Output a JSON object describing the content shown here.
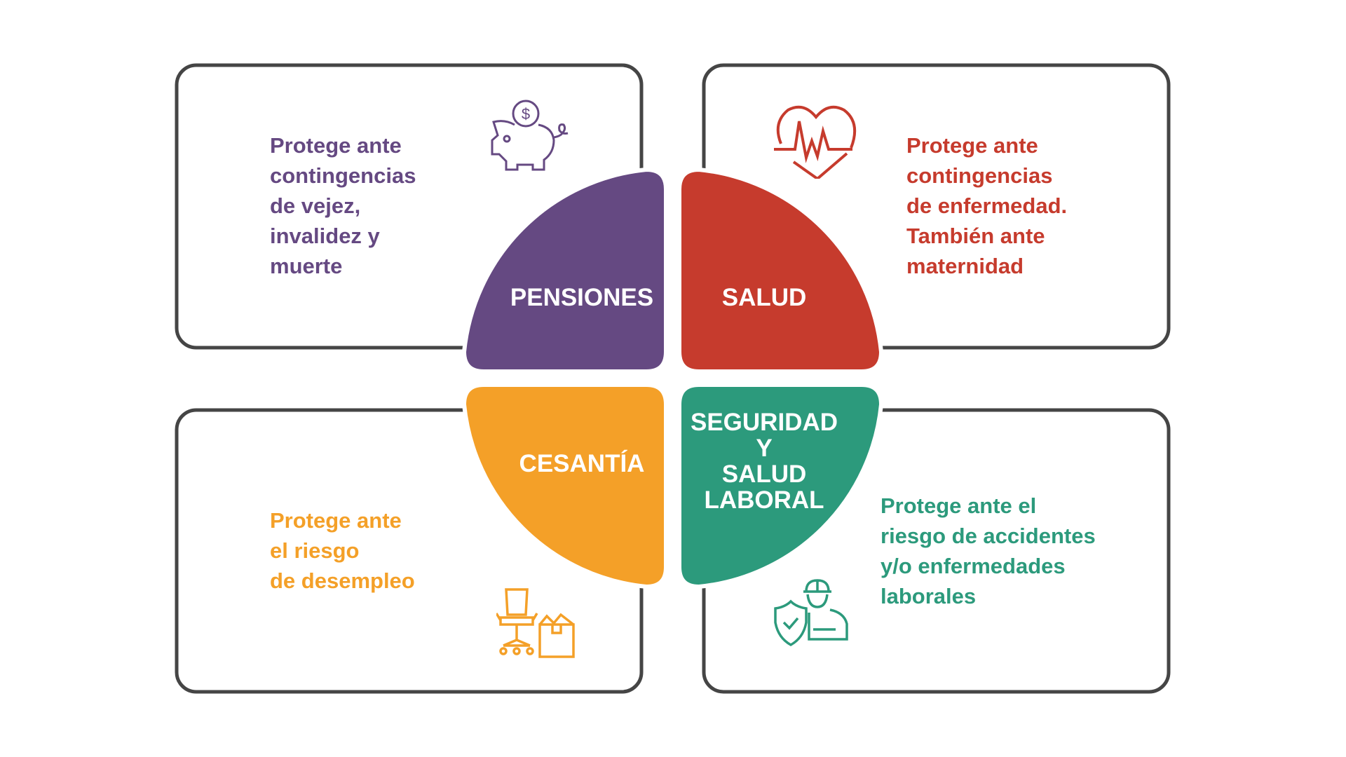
{
  "colors": {
    "pensiones": "#654982",
    "salud": "#c63b2d",
    "cesantia": "#f4a028",
    "seguridad": "#2c9a7c",
    "border": "#454545"
  },
  "quadrants": [
    {
      "label": "PENSIONES",
      "description": "Protege ante\ncontingencias\nde vejez,\ninvalidez y\nmuerte",
      "icon": "piggy-bank-icon"
    },
    {
      "label": "SALUD",
      "description": "Protege ante\ncontingencias\nde enfermedad.\nTambién ante\nmaternidad",
      "icon": "heart-pulse-icon"
    },
    {
      "label": "CESANTÍA",
      "description": "Protege ante\nel riesgo\nde desempleo",
      "icon": "office-chair-box-icon"
    },
    {
      "label": "SEGURIDAD\nY\nSALUD\nLABORAL",
      "description": "Protege ante el\nriesgo de accidentes\ny/o enfermedades\nlaborales",
      "icon": "worker-shield-icon"
    }
  ]
}
